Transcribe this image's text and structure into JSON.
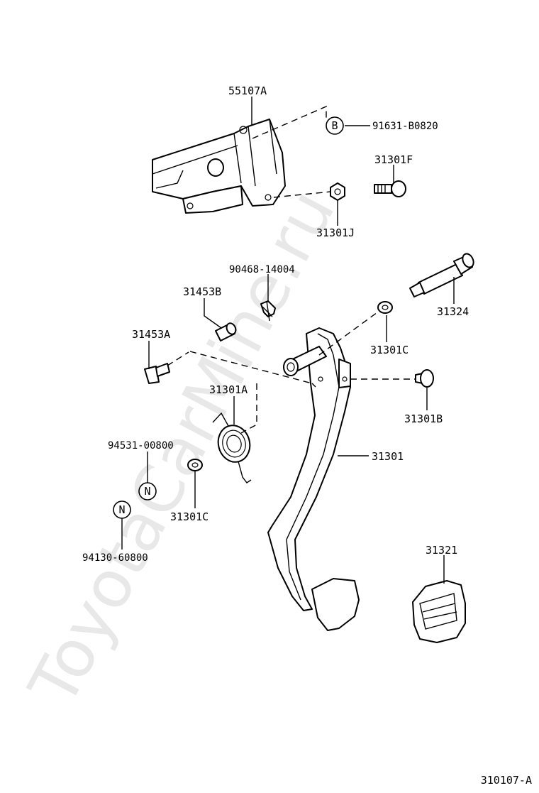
{
  "watermark": "ToyotaCarMine.ru",
  "diagram_id": "310107-A",
  "parts": [
    {
      "key": "bracket",
      "number": "55107A"
    },
    {
      "key": "bolt_b",
      "number": "91631-B0820",
      "symbol": "B"
    },
    {
      "key": "bolt_f",
      "number": "31301F"
    },
    {
      "key": "nut_j",
      "number": "31301J"
    },
    {
      "key": "clip",
      "number": "90468-14004"
    },
    {
      "key": "bushing_b",
      "number": "31453B"
    },
    {
      "key": "pin_a",
      "number": "31453A"
    },
    {
      "key": "shaft_bolt",
      "number": "31324"
    },
    {
      "key": "washer_c_upper",
      "number": "31301C"
    },
    {
      "key": "spring",
      "number": "31301A"
    },
    {
      "key": "stopper_b",
      "number": "31301B"
    },
    {
      "key": "pedal_arm",
      "number": "31301"
    },
    {
      "key": "washer_c_lower",
      "number": "31301C"
    },
    {
      "key": "note_n_1",
      "number": "94531-00800",
      "symbol": "N"
    },
    {
      "key": "note_n_2",
      "number": "94130-60800",
      "symbol": "N"
    },
    {
      "key": "pedal_pad",
      "number": "31321"
    }
  ]
}
